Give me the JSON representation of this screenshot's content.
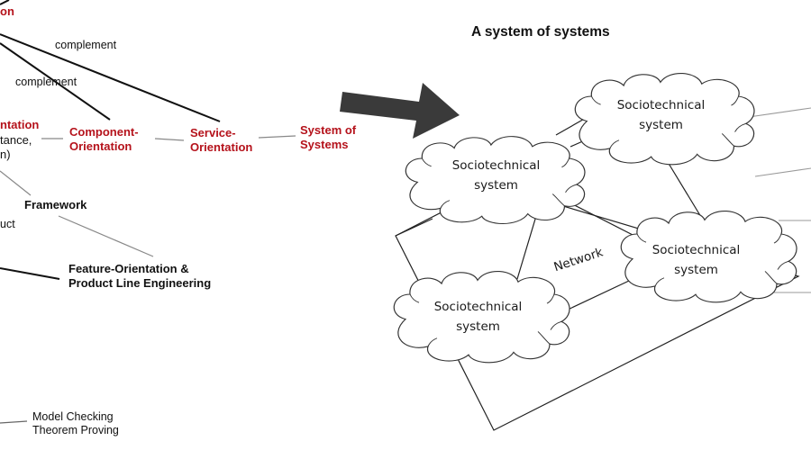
{
  "left_diagram": {
    "top_node_partial": "on",
    "complement_labels": [
      "complement",
      "complement"
    ],
    "nodes": {
      "orientation_partial": [
        "ntation",
        "tance,",
        "n)"
      ],
      "component_orientation": [
        "Component-",
        "Orientation"
      ],
      "service_orientation": [
        "Service-",
        "Orientation"
      ],
      "system_of_systems": [
        "System of",
        "Systems"
      ],
      "framework": "Framework",
      "product_partial": "uct",
      "feature_orientation": [
        "Feature-Orientation &",
        "Product Line Engineering"
      ],
      "verification": [
        "Model Checking",
        "Theorem Proving"
      ]
    }
  },
  "right_diagram": {
    "title": "A system of systems",
    "clouds": [
      {
        "line1": "Sociotechnical",
        "line2": "system"
      },
      {
        "line1": "Sociotechnical",
        "line2": "system"
      },
      {
        "line1": "Sociotechnical",
        "line2": "system"
      },
      {
        "line1": "Sociotechnical",
        "line2": "system"
      }
    ],
    "network_label": "Network"
  },
  "colors": {
    "accent_red": "#b5121b",
    "arrow_gray": "#3a3a3a",
    "line_black": "#111111",
    "line_gray": "#888888"
  }
}
